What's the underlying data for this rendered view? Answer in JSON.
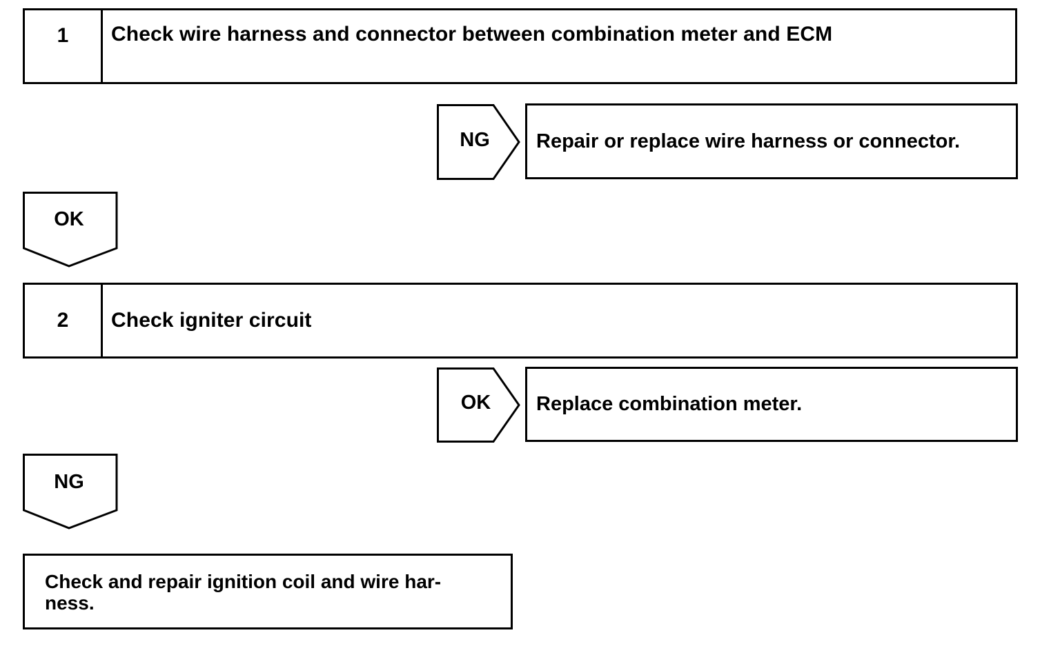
{
  "steps": [
    {
      "number": "1",
      "text": "Check wire harness and connector between combination meter and ECM"
    },
    {
      "number": "2",
      "text": "Check igniter circuit"
    }
  ],
  "branches": {
    "step1_ng": {
      "label": "NG",
      "action": "Repair or replace wire harness or connector."
    },
    "step1_ok": {
      "label": "OK"
    },
    "step2_ok": {
      "label": "OK",
      "action": "Replace combination meter."
    },
    "step2_ng": {
      "label": "NG"
    }
  },
  "final_action": {
    "line1": "Check and repair ignition coil and wire har-",
    "line2": "ness."
  },
  "colors": {
    "line": "#000000",
    "background": "#ffffff"
  }
}
